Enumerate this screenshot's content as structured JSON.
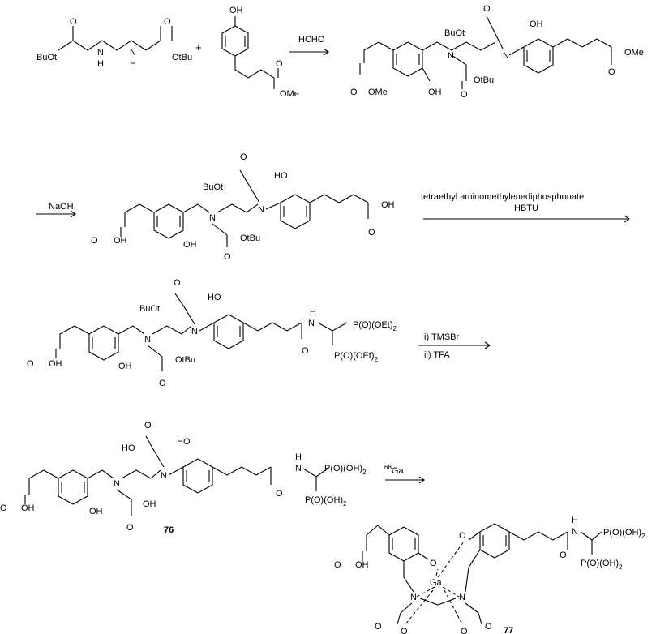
{
  "labels": {
    "BuOt": "BuOt",
    "OtBu": "OtBu",
    "H": "H",
    "N": "N",
    "OH": "OH",
    "HO": "HO",
    "O": "O",
    "OMe": "OMe",
    "Ga": "Ga",
    "plus": "+",
    "P_OEt2": "P(O)(OEt)",
    "P_OH2": "P(O)(OH)",
    "sub2": "2"
  },
  "conditions": {
    "step1": "HCHO",
    "step2": "NaOH",
    "step3_line1": "tetraethyl aminomethylenediphosphonate",
    "step3_line2": "HBTU",
    "step4_line1": "i) TMSBr",
    "step4_line2": "ii) TFA",
    "step5_mass": "68",
    "step5_element": "Ga"
  },
  "compounds": {
    "c76": "76",
    "c77": "77"
  }
}
